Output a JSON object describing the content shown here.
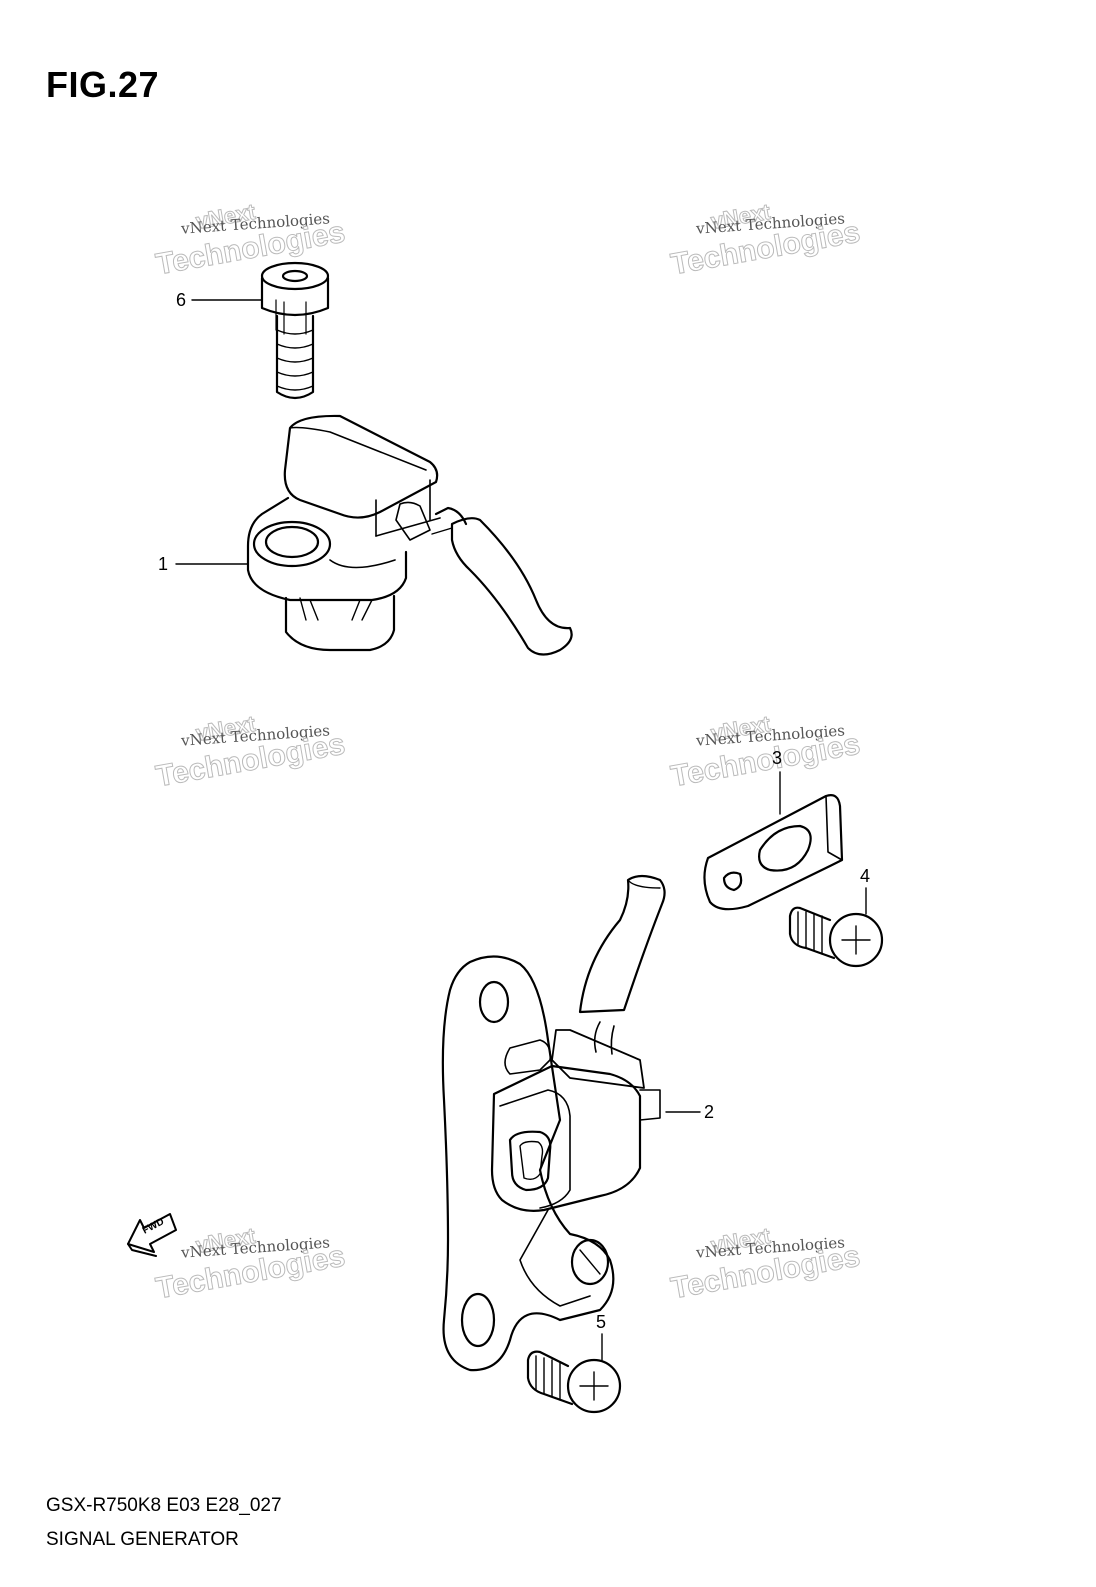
{
  "figure": {
    "title": "FIG.27"
  },
  "callouts": [
    {
      "id": "1",
      "label": "1"
    },
    {
      "id": "2",
      "label": "2"
    },
    {
      "id": "3",
      "label": "3"
    },
    {
      "id": "4",
      "label": "4"
    },
    {
      "id": "5",
      "label": "5"
    },
    {
      "id": "6",
      "label": "6"
    }
  ],
  "watermark": {
    "line1": "vNext Technologies",
    "line2": "Technologies",
    "line3": "vNext"
  },
  "fwd_label": "FWD",
  "footer": {
    "model_code": "GSX-R750K8 E03 E28_027",
    "section_title": "SIGNAL GENERATOR"
  }
}
